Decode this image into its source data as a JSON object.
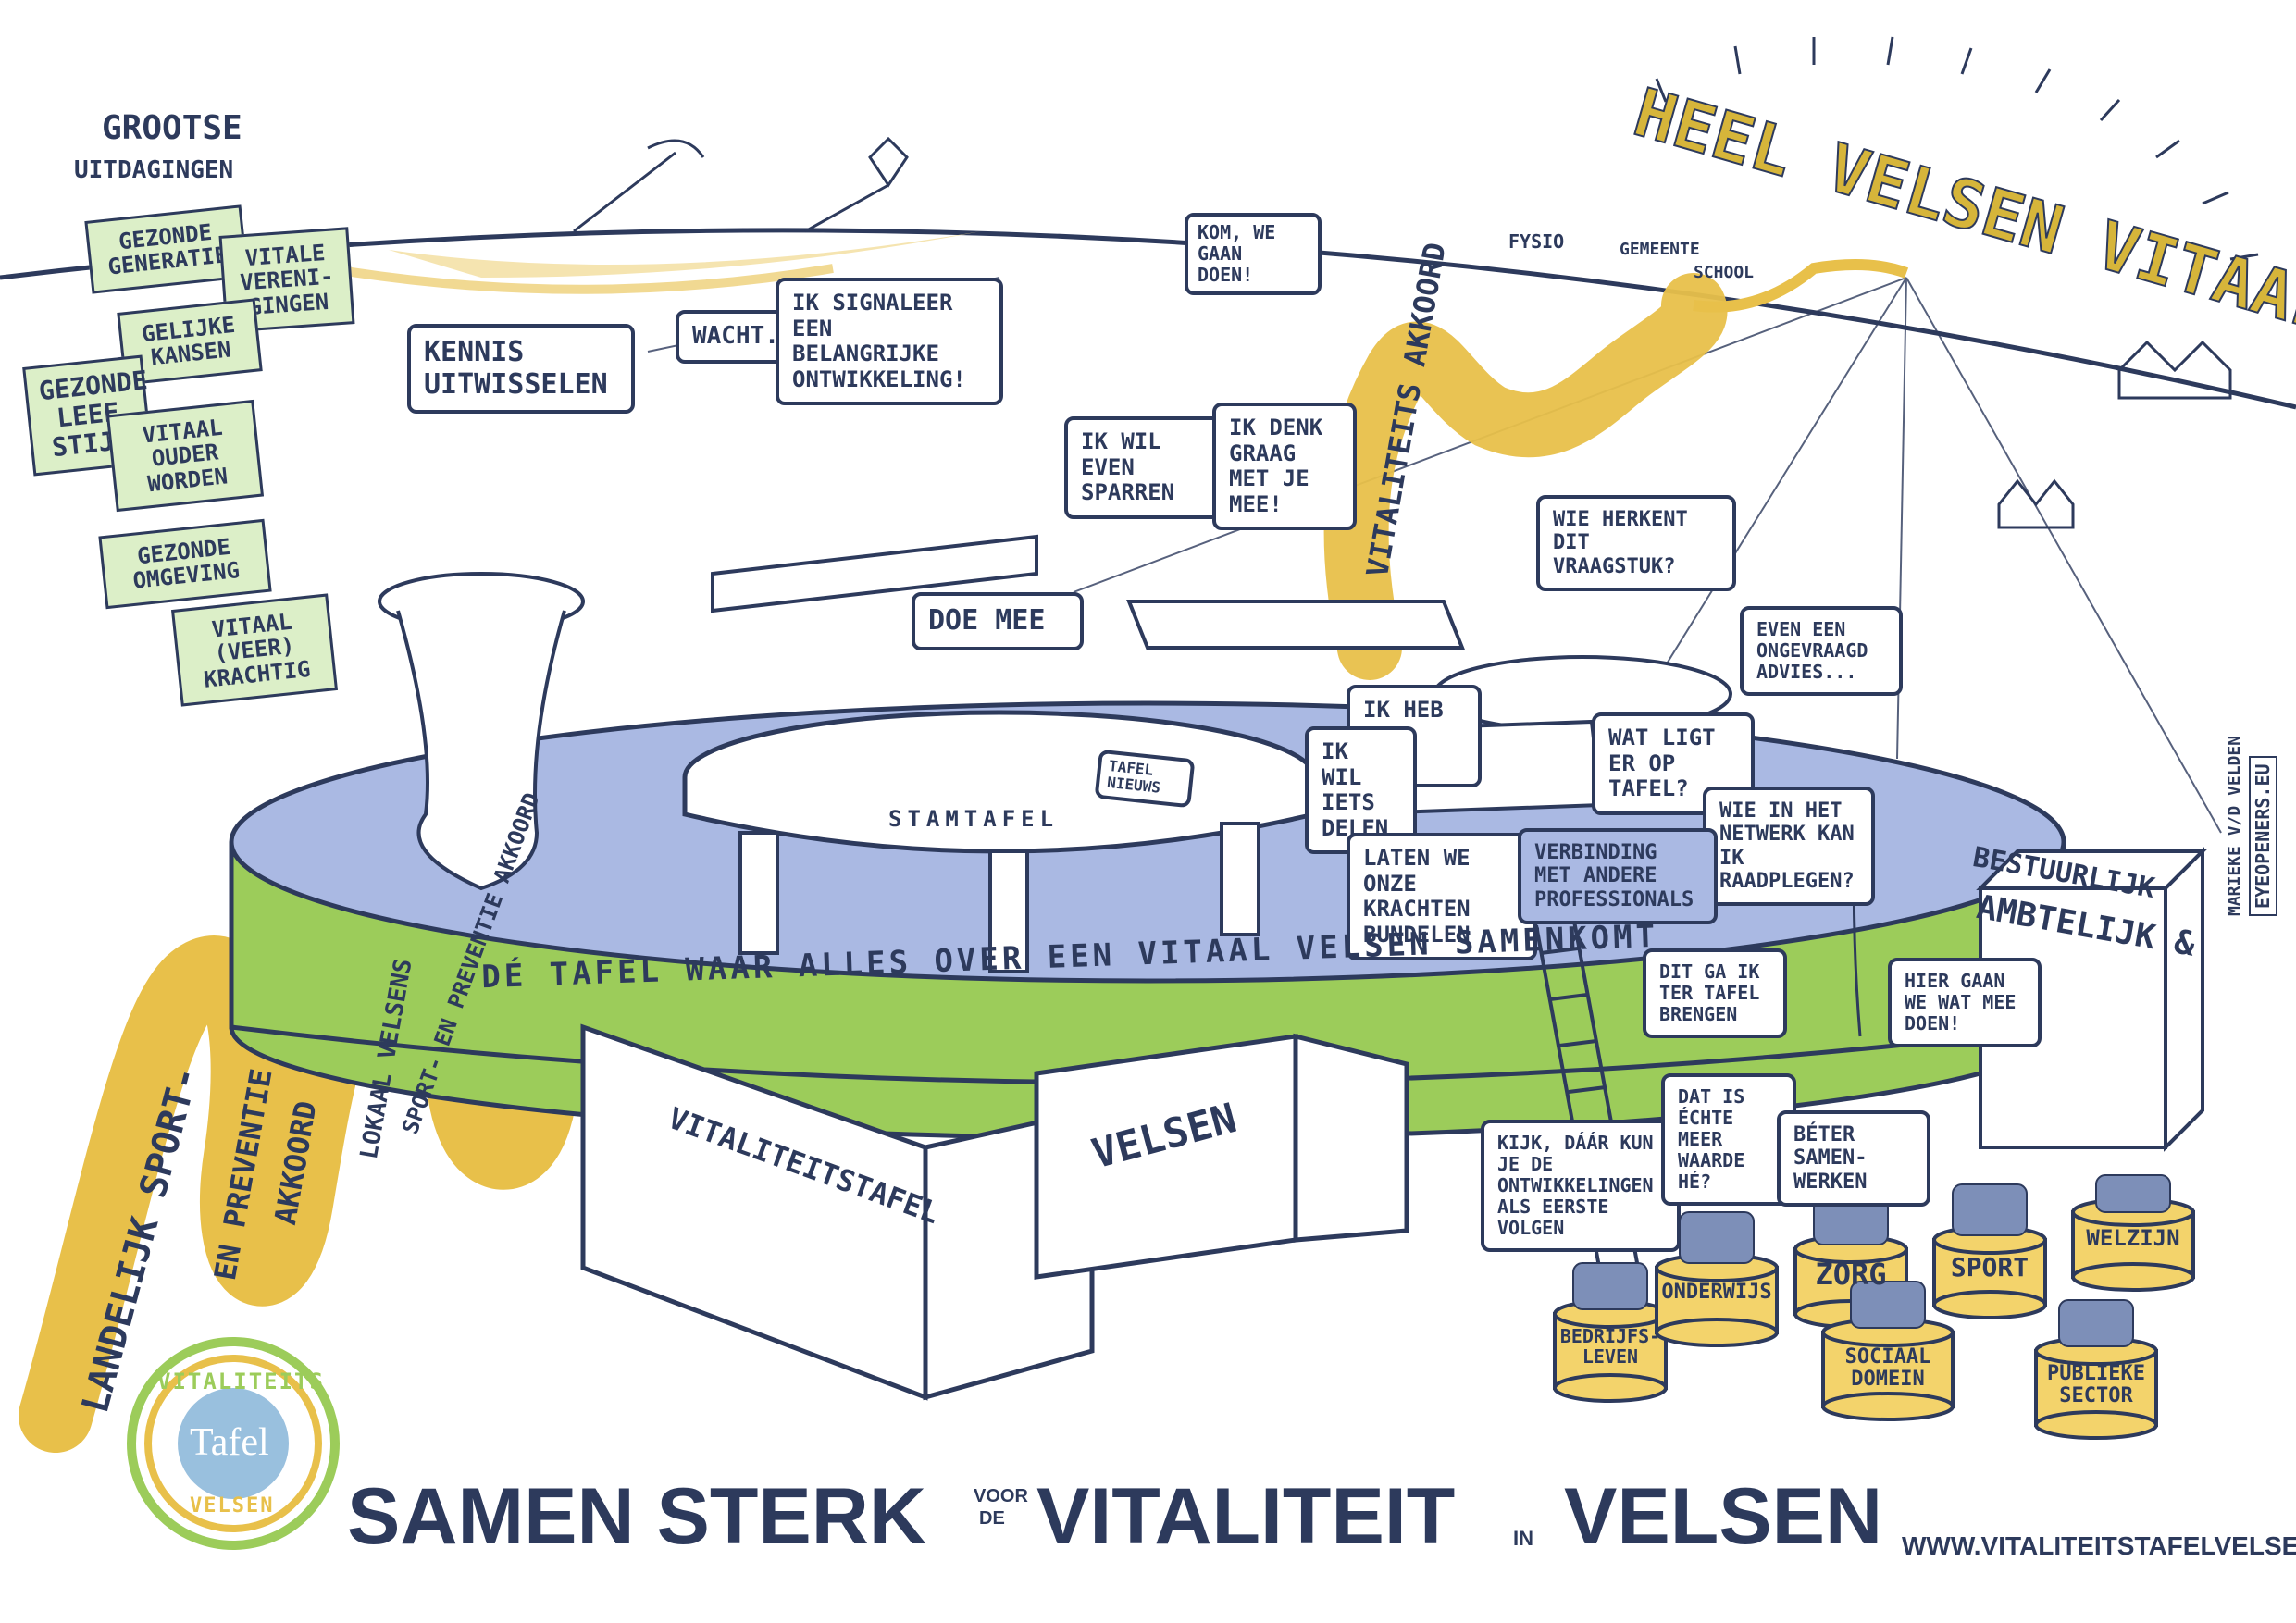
{
  "header": {
    "challenges_title": "GROOTSE",
    "challenges_subtitle": "UITDAGINGEN",
    "sky_title": "HEEL VELSEN VITAAL"
  },
  "challenges": [
    "GEZONDE GENERATIE",
    "VITALE VERENI-GINGEN",
    "GELIJKE KANSEN",
    "GEZONDE LEEF STIJL",
    "VITAAL OUDER WORDEN",
    "GEZONDE OMGEVING",
    "VITAAL (VEER) KRACHTIG"
  ],
  "horizon": {
    "kom_bubble": "KOM, WE GAAN DOEN!",
    "buildings": [
      "FYSIO",
      "GEMEENTE",
      "SCHOOL"
    ]
  },
  "speech": {
    "kennis": "KENNIS UITWISSELEN",
    "wacht": "WACHT...",
    "signaleer": "IK SIGNALEER EEN BELANGRIJKE ONTWIKKELING!",
    "sparren": "IK WIL EVEN SPARREN",
    "denk": "IK DENK GRAAG MET JE MEE!",
    "herkent": "WIE HERKENT DIT VRAAGSTUK?",
    "advies": "EVEN EEN ONGEVRAAGD ADVIES...",
    "doemee": "DOE MEE",
    "plan": "IK HEB EEN PLAN",
    "delen": "IK WIL IETS DELEN",
    "ligt": "WAT LIGT ER OP TAFEL?",
    "netwerk": "WIE IN HET NETWERK KAN IK RAADPLEGEN?",
    "krachten": "LATEN WE ONZE KRACHTEN BUNDELEN",
    "verbinding": "VERBINDING MET ANDERE PROFESSIONALS",
    "brengen": "DIT GA IK TER TAFEL BRENGEN",
    "hiergaan": "HIER GAAN WE WAT MEE DOEN!",
    "kijk": "KIJK, DÁÁR KUN JE DE ONTWIKKELINGEN ALS EERSTE VOLGEN",
    "meerwaarde": "DAT IS ÉCHTE MEER WAARDE HÉ?",
    "beter": "BÉTER SAMEN-WERKEN"
  },
  "table": {
    "stamtafel": "STAMTAFEL",
    "nieuws": "TAFEL NIEUWS",
    "rim": "DÉ TAFEL WAAR ALLES OVER EEN VITAAL VELSEN SAMENKOMT",
    "leg1": "VITALITEITSTAFEL",
    "leg2": "VELSEN"
  },
  "ribbons": {
    "akkoord": "VITALITEITS AKKOORD",
    "landelijk": "LANDELIJK SPORT-",
    "preventie": "EN PREVENTIE",
    "akkoord2": "AKKOORD",
    "lokaal": "LOKAAL VELSENS",
    "sport_prev": "SPORT- EN PREVENTIE AKKOORD"
  },
  "bestuurlijk": {
    "line1": "BESTUURLIJK",
    "line2": "AMBTELIJK &"
  },
  "sectors": [
    "BEDRIJFS-LEVEN",
    "ONDERWIJS",
    "ZORG",
    "SOCIAAL DOMEIN",
    "SPORT",
    "PUBLIEKE SECTOR",
    "WELZIJN"
  ],
  "credit": {
    "artist": "MARIEKE V/D VELDEN",
    "site": "EYEOPENERS.EU"
  },
  "logo": {
    "top": "VITALITEITS",
    "middle": "Tafel",
    "bottom": "VELSEN"
  },
  "footer": {
    "samen": "SAMEN STERK",
    "voor": "VOOR",
    "de": "DE",
    "vitaliteit": "VITALITEIT",
    "in": "IN",
    "velsen": "VELSEN",
    "url": "WWW.VITALITEITSTAFELVELSEN.NL"
  },
  "colors": {
    "ink": "#2d3a5c",
    "ribbon": "#e8c04a",
    "rim": "#9ccc5a",
    "table_top": "#aab9e3",
    "note": "#dcefc8",
    "sand": "#f1d98e",
    "sector_base": "#f3d36b"
  }
}
